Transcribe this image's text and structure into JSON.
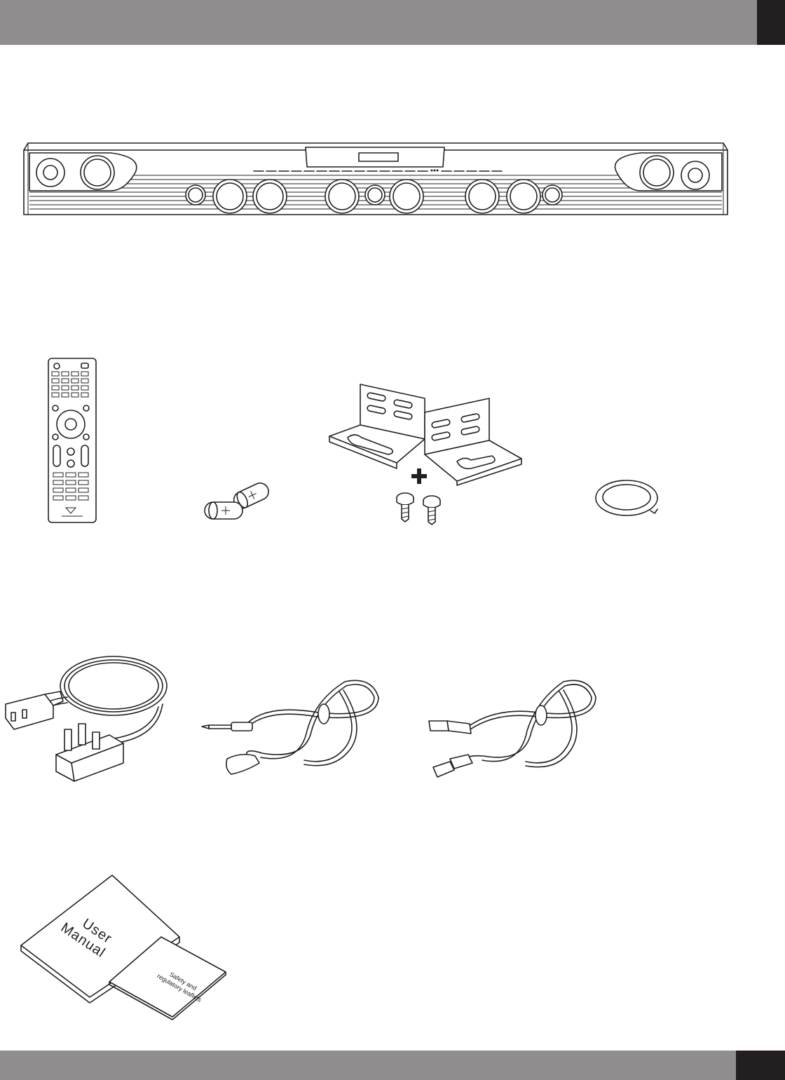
{
  "page": {
    "header_color": "#8f8d8e",
    "tab_color": "#231f20"
  },
  "items": {
    "user_manual": {
      "title_line1": "User",
      "title_line2": "Manual"
    },
    "safety_leaflet": {
      "title_line1": "Safety and",
      "title_line2": "regulatory leaflets"
    }
  }
}
